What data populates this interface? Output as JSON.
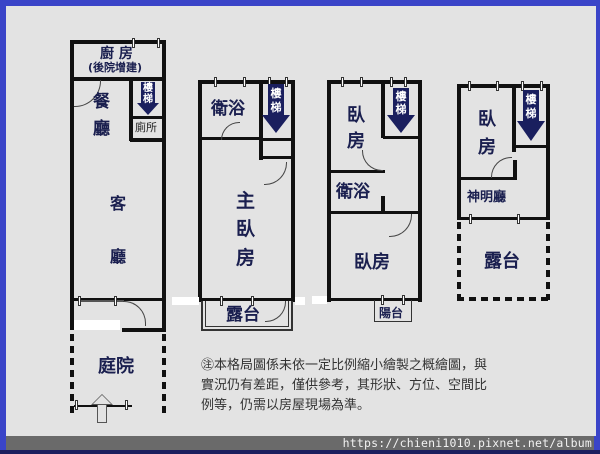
{
  "title": "Floor plan sketch",
  "colors": {
    "border_blue": "#3a44c8",
    "canvas": "#e3e3e3",
    "label_navy": "#1a1f4f",
    "wall": "#111111",
    "footer_gray": "#6a6a6a"
  },
  "floor1": {
    "kitchen": "廚 房",
    "kitchen_note": "(後院增建)",
    "dining_1": "餐",
    "dining_2": "廳",
    "stairs_1": "樓",
    "stairs_2": "梯",
    "toilet": "廁所",
    "living_1": "客",
    "living_2": "廳",
    "courtyard": "庭院"
  },
  "floor2": {
    "bathroom": "衛浴",
    "stairs_1": "樓",
    "stairs_2": "梯",
    "master_1": "主",
    "master_2": "臥",
    "master_3": "房",
    "terrace": "露台"
  },
  "floor3": {
    "bedroom_top_1": "臥",
    "bedroom_top_2": "房",
    "stairs_1": "樓",
    "stairs_2": "梯",
    "bathroom": "衛浴",
    "bedroom": "臥房",
    "balcony": "陽台"
  },
  "floor4": {
    "bedroom_1": "臥",
    "bedroom_2": "房",
    "stairs_1": "樓",
    "stairs_2": "梯",
    "shrine": "神明廳",
    "terrace": "露台"
  },
  "note": {
    "line1": "㊟本格局圖係未依一定比例縮小繪製之概繪圖，與",
    "line2": "實況仍有差距，僅供參考，其形狀、方位、空間比",
    "line3": "例等，仍需以房屋現場為準。"
  },
  "footer": {
    "url": "https://chieni1010.pixnet.net/album"
  }
}
